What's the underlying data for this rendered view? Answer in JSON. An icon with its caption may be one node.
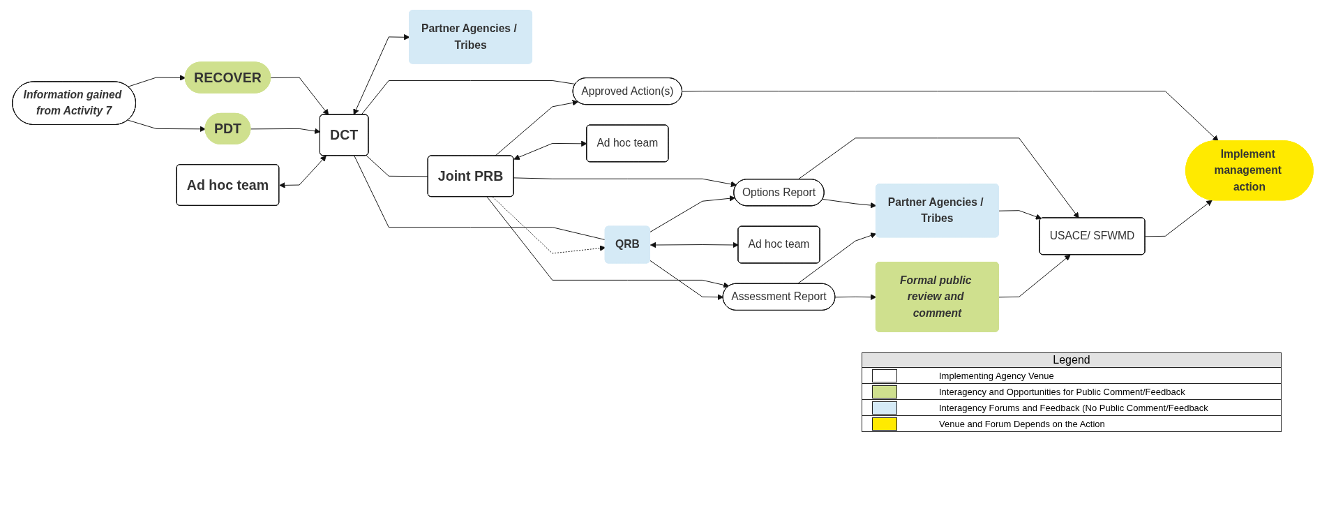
{
  "diagram": {
    "nodes": [
      {
        "text": [
          "Information gained from Activity 7"
        ]
      },
      {
        "text": [
          "RECOVER"
        ]
      },
      {
        "text": [
          "PDT"
        ]
      },
      {
        "text": [
          "Ad hoc team"
        ]
      },
      {
        "text": [
          "DCT"
        ]
      },
      {
        "text": [
          "Partner Agencies / Tribes"
        ]
      },
      {
        "text": [
          "Approved Action(s)"
        ]
      },
      {
        "text": [
          "Ad hoc team"
        ]
      },
      {
        "text": [
          "Joint PRB"
        ]
      },
      {
        "text": [
          "Options Report"
        ]
      },
      {
        "text": [
          "QRB"
        ]
      },
      {
        "text": [
          "Assessment Report"
        ]
      },
      {
        "text": [
          "Ad hoc team"
        ]
      },
      {
        "text": [
          "Partner Agencies / Tribes"
        ]
      },
      {
        "text": [
          "Formal public review and comment"
        ]
      },
      {
        "text": [
          "USACE/ SFWMD"
        ]
      },
      {
        "text": [
          "Implement management action"
        ]
      }
    ],
    "edges": [
      {
        "from": 0,
        "to": 1,
        "arrow": "to"
      },
      {
        "from": 0,
        "to": 2,
        "arrow": "to"
      },
      {
        "from": 1,
        "to": 4,
        "arrow": "to"
      },
      {
        "from": 2,
        "to": 4,
        "arrow": "to"
      },
      {
        "from": 3,
        "to": 4,
        "arrow": "both"
      },
      {
        "from": 4,
        "to": 5,
        "arrow": "both"
      },
      {
        "from": 4,
        "to": 6,
        "arrow": "none"
      },
      {
        "from": 4,
        "to": 8,
        "arrow": "none"
      },
      {
        "from": 4,
        "to": 10,
        "arrow": "none"
      },
      {
        "from": 8,
        "to": 6,
        "arrow": "to"
      },
      {
        "from": 8,
        "to": 7,
        "arrow": "both"
      },
      {
        "from": 8,
        "to": 9,
        "arrow": "to"
      },
      {
        "from": 8,
        "to": 10,
        "arrow": "to",
        "style": "dashed"
      },
      {
        "from": 8,
        "to": 11,
        "arrow": "to"
      },
      {
        "from": 10,
        "to": 9,
        "arrow": "to"
      },
      {
        "from": 10,
        "to": 11,
        "arrow": "to"
      },
      {
        "from": 10,
        "to": 12,
        "arrow": "both"
      },
      {
        "from": 6,
        "to": 16,
        "arrow": "to"
      },
      {
        "from": 9,
        "to": 13,
        "arrow": "to"
      },
      {
        "from": 9,
        "to": 15,
        "arrow": "to"
      },
      {
        "from": 13,
        "to": 15,
        "arrow": "to"
      },
      {
        "from": 11,
        "to": 13,
        "arrow": "to"
      },
      {
        "from": 11,
        "to": 14,
        "arrow": "to"
      },
      {
        "from": 14,
        "to": 15,
        "arrow": "to"
      },
      {
        "from": 15,
        "to": 16,
        "arrow": "to"
      }
    ],
    "labels": [
      "Legend"
    ],
    "legend": [
      {
        "text": "Implementing Agency Venue",
        "color": "#ffffff"
      },
      {
        "text": "Interagency and Opportunities for Public Comment/Feedback",
        "color": "#cfe08e"
      },
      {
        "text": "Interagency Forums and Feedback (No Public Comment/Feedback",
        "color": "#d5eaf6"
      },
      {
        "text": "Venue and Forum Depends on the Action",
        "color": "#ffea00"
      }
    ]
  }
}
